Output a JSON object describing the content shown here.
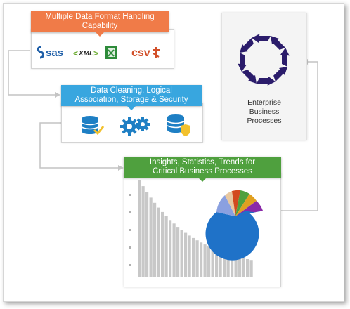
{
  "formats_box": {
    "title_line1": "Multiple Data Format Handling",
    "title_line2": "Capability",
    "banner_color": "#f07b48",
    "logos": [
      {
        "text": "sas",
        "icon": "sas-logo-icon",
        "color": "#1f5fa8"
      },
      {
        "text": "XML",
        "icon": "xml-logo-icon",
        "color": "#2a2a2a"
      },
      {
        "text": "",
        "icon": "excel-logo-icon",
        "color": "#2e8b3a"
      },
      {
        "text": "csv",
        "icon": "csv-logo-icon",
        "color": "#d2502a"
      }
    ]
  },
  "cleaning_box": {
    "title_line1": "Data Cleaning, Logical",
    "title_line2": "Association, Storage & Security",
    "banner_color": "#38a6df",
    "icons": [
      "database-check-icon",
      "gears-icon",
      "database-shield-icon"
    ]
  },
  "insights_box": {
    "title_line1": "Insights, Statistics, Trends for",
    "title_line2": "Critical Business Processes",
    "banner_color": "#4fa03e"
  },
  "enterprise_box": {
    "line1": "Enterprise",
    "line2": "Business",
    "line3": "Processes",
    "icon": "cycle-arrows-icon",
    "icon_color": "#2b1c6b"
  },
  "connector_color": "#c4c4c4"
}
